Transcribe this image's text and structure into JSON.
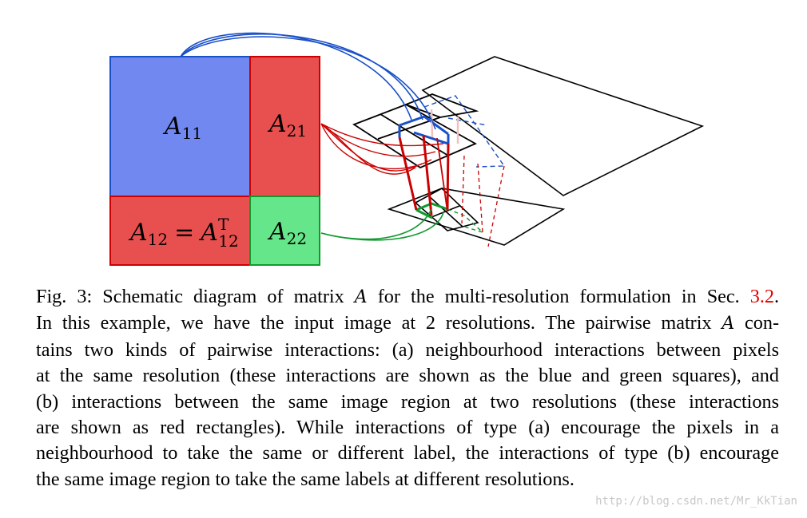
{
  "figure": {
    "blocks": {
      "a11": {
        "base": "A",
        "sub": "11"
      },
      "a21": {
        "base": "A",
        "sub": "21"
      },
      "a12": {
        "base": "A",
        "sub": "12",
        "eq": "=",
        "base2": "A",
        "sub2": "12",
        "sup2": "T"
      },
      "a22": {
        "base": "A",
        "sub": "22"
      }
    },
    "colors": {
      "blue_fill": "#7088f0",
      "blue_stroke": "#1a50c8",
      "red_fill": "#e85050",
      "red_stroke": "#cc0000",
      "green_fill": "#66e68a",
      "green_stroke": "#0f9a2e"
    }
  },
  "caption": {
    "l1a": "Fig. 3: Schematic diagram of matrix ",
    "l1var": "A",
    "l1b": " for the multi-resolution formulation in Sec. ",
    "l1ref": "3.2",
    "l1c": ".",
    "l2a": "In this example, we have the input image at 2 resolutions. The pairwise matrix ",
    "l2var": "A",
    "l2b": " con-",
    "l3": "tains two kinds of pairwise interactions: (a) neighbourhood interactions between pixels",
    "l4": "at the same resolution (these interactions are shown as the blue and green squares), and",
    "l5": "(b) interactions between the same image region at two resolutions (these interactions",
    "l6": "are shown as red rectangles). While interactions of type (a) encourage the pixels in a",
    "l7": "neighbourhood to take the same or different label, the interactions of type (b) encourage",
    "l8": "the same image region to take the same labels at different resolutions."
  },
  "watermark": "http://blog.csdn.net/Mr_KkTian"
}
